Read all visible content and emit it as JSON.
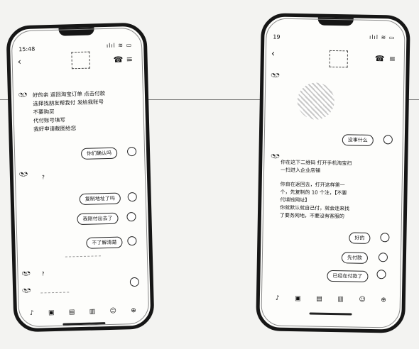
{
  "left": {
    "status_time": "15:48",
    "signal": "ılıl ≋ ▭",
    "back_icon": "‹",
    "menu_icon": "≡",
    "phone_icon": "☎",
    "incoming_lines": [
      "好的亲 返回淘宝订单 点击付款",
      "选择找朋友帮我付 发给我账号",
      "不要购买",
      "代付账号填写 ",
      "我好申请截图给您"
    ],
    "outgoing": [
      "你们确认吗",
      "复制地址了吗",
      "我刚付出去了",
      "不了解清楚"
    ],
    "incoming_short": "?",
    "incoming_tail": "?",
    "toolbar_icons": [
      "♪",
      "▣",
      "▤",
      "▥",
      "☺",
      "⊕"
    ]
  },
  "right": {
    "status_time": "19",
    "signal": "ılıl ≋ ▭",
    "back_icon": "‹",
    "menu_icon": "≡",
    "phone_icon": "☎",
    "outgoing_first": "没事什么",
    "incoming_lines": [
      "你在这下二维码 打开手机淘宝扫",
      "一扫进入企业店铺",
      "",
      "你自在返回去，打开这样第一",
      "个，先复制的 10 个注，【不要",
      "代填钱网址】",
      "你就默认就自己付，就会连来找",
      "了要务网地，不要没有客服的"
    ],
    "outgoing": [
      "好的",
      "先付款",
      "已经在付款了"
    ],
    "toolbar_icons": [
      "♪",
      "▣",
      "▤",
      "▥",
      "☺",
      "⊕"
    ]
  }
}
